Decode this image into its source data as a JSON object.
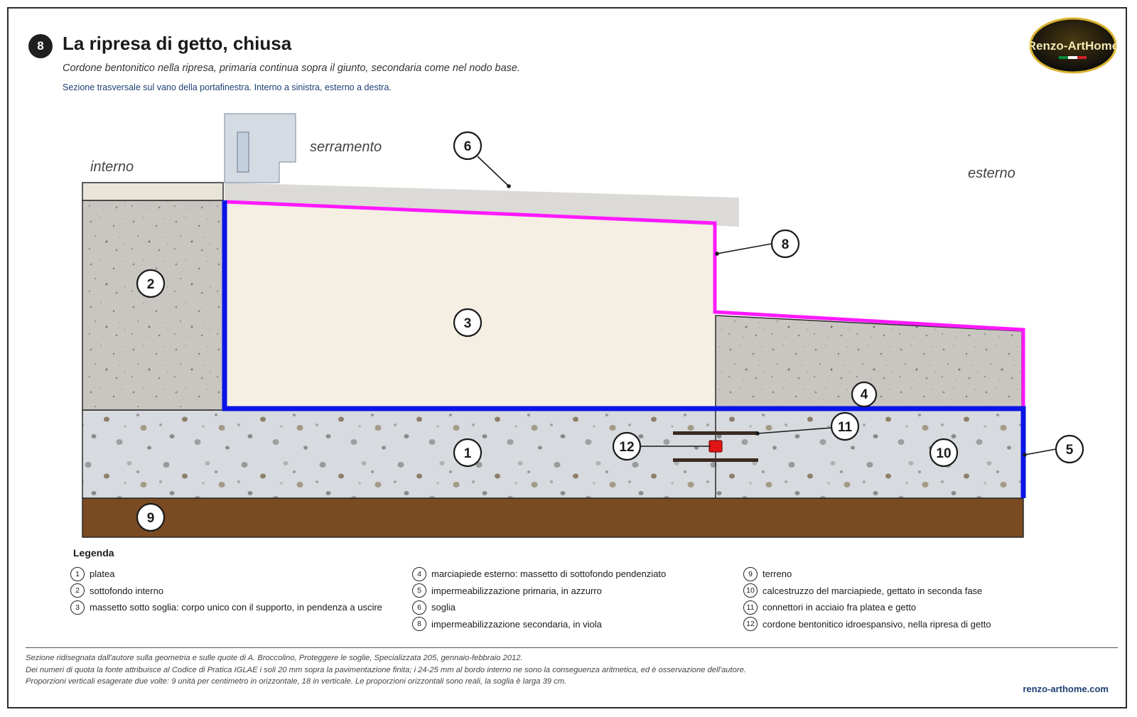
{
  "header": {
    "badge": "8",
    "title": "La ripresa di getto, chiusa",
    "subtitle": "Cordone bentonitico nella ripresa, primaria continua sopra il giunto, secondaria come nel nodo base.",
    "note": "Sezione trasversale sul vano della portafinestra. Interno a sinistra, esterno a destra."
  },
  "logo": {
    "text": "Renzo-ArtHome",
    "colors": [
      "#0a8a3a",
      "#ffffff",
      "#d4202a"
    ]
  },
  "drawing_labels": {
    "interno": "interno",
    "serramento": "serramento",
    "esterno": "esterno"
  },
  "callouts": {
    "c1": "1",
    "c2": "2",
    "c3": "3",
    "c4": "4",
    "c5": "5",
    "c6": "6",
    "c8": "8",
    "c9": "9",
    "c10": "10",
    "c11": "11",
    "c12": "12"
  },
  "colors": {
    "primary_waterproofing": "#0a14e6",
    "secondary_waterproofing": "#ff1aff",
    "soil": "#7a4a22",
    "cordon": "#e01515"
  },
  "legend": {
    "title": "Legenda",
    "col1": [
      {
        "num": "1",
        "text": "platea"
      },
      {
        "num": "2",
        "text": "sottofondo interno"
      },
      {
        "num": "3",
        "text": "massetto sotto soglia: corpo unico con il supporto, in pendenza a uscire"
      }
    ],
    "col2": [
      {
        "num": "4",
        "text": "marciapiede esterno: massetto di sottofondo pendenziato"
      },
      {
        "num": "5",
        "text": "impermeabilizzazione primaria, in azzurro"
      },
      {
        "num": "6",
        "text": "soglia"
      },
      {
        "num": "8",
        "text": "impermeabilizzazione secondaria, in viola"
      }
    ],
    "col3": [
      {
        "num": "9",
        "text": "terreno"
      },
      {
        "num": "10",
        "text": "calcestruzzo del marciapiede, gettato in seconda fase"
      },
      {
        "num": "11",
        "text": "connettori in acciaio fra platea e getto"
      },
      {
        "num": "12",
        "text": "cordone bentonitico idroespansivo, nella ripresa di getto"
      }
    ]
  },
  "footer": {
    "line1": "Sezione ridisegnata dall'autore sulla geometria e sulle quote di A. Broccolino, Proteggere le soglie, Specializzata 205, gennaio-febbraio 2012.",
    "line2": "Dei numeri di quota la fonte attribuisce al Codice di Pratica IGLAE i soli 20 mm sopra la pavimentazione finita; i 24-25 mm al bordo interno ne sono la conseguenza aritmetica, ed è osservazione dell'autore.",
    "line3": "Proporzioni verticali esagerate due volte: 9 unità per centimetro in orizzontale, 18 in verticale. Le proporzioni orizzontali sono reali, la soglia è larga 39 cm.",
    "site": "renzo-arthome.com"
  }
}
